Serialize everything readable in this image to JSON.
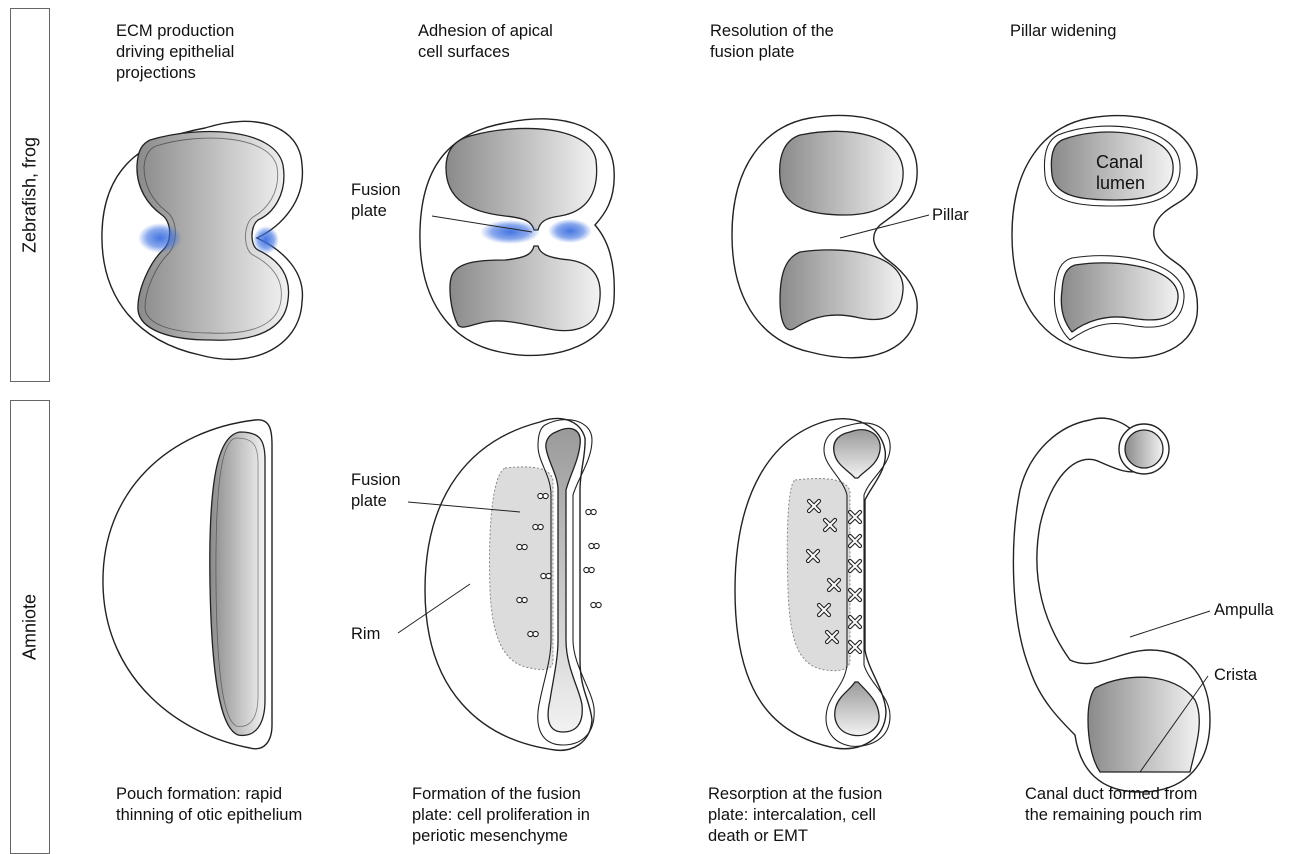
{
  "row_labels": {
    "zebrafish": "Zebrafish, frog",
    "amniote": "Amniote"
  },
  "top_captions": [
    "ECM production\ndriving epithelial\nprojections",
    "Adhesion of apical\ncell surfaces",
    "Resolution of the\nfusion plate",
    "Pillar widening"
  ],
  "bottom_captions": [
    "Pouch formation: rapid\nthinning of otic epithelium",
    "Formation of the fusion\nplate: cell proliferation in\nperiotic mesenchyme",
    "Resorption at the fusion\nplate: intercalation, cell\ndeath or EMT",
    "Canal duct formed from\nthe remaining pouch rim"
  ],
  "labels": {
    "fusion_plate_top": "Fusion\nplate",
    "pillar": "Pillar",
    "canal_lumen": "Canal\nlumen",
    "fusion_plate_bottom": "Fusion\nplate",
    "rim": "Rim",
    "ampulla": "Ampulla",
    "crista": "Crista"
  },
  "colors": {
    "ecm_highlight": "#3a6ee0",
    "lumen_dark": "#8a8a8a",
    "lumen_light": "#f2f2f2",
    "fusion_plate_fill": "#dcdcdc",
    "outline": "#222222"
  }
}
